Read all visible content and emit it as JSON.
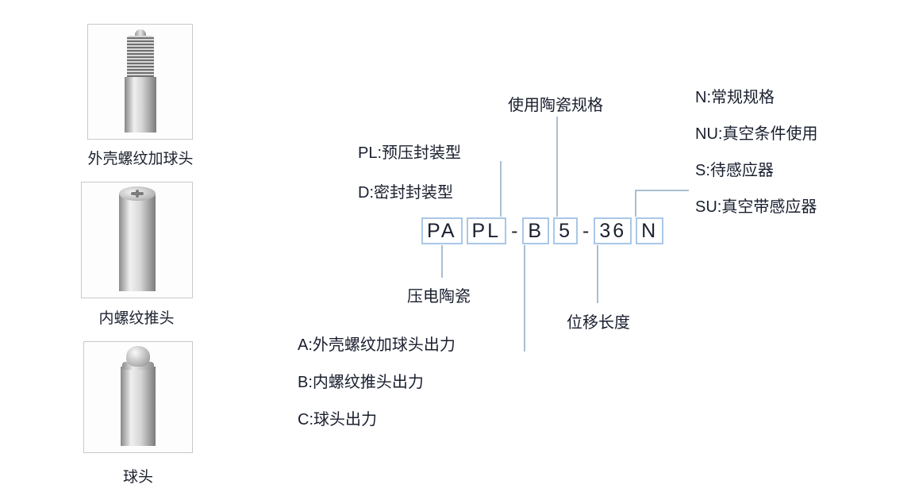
{
  "products": [
    {
      "label": "外壳螺纹加球头"
    },
    {
      "label": "内螺纹推头"
    },
    {
      "label": "球头"
    }
  ],
  "code": {
    "segments": [
      "PA",
      "PL",
      "B",
      "5",
      "36",
      "N"
    ],
    "dash": "-"
  },
  "callouts": {
    "ceramic_spec": "使用陶瓷规格",
    "right_options": [
      "N:常规规格",
      "NU:真空条件使用",
      "S:待感应器",
      "SU:真空带感应器"
    ],
    "package_options": [
      "PL:预压封装型",
      "D:密封封装型"
    ],
    "piezo": "压电陶瓷",
    "displacement": "位移长度",
    "output_options": [
      "A:外壳螺纹加球头出力",
      "B:内螺纹推头出力",
      "C:球头出力"
    ]
  },
  "colors": {
    "segment_border": "#a9c7e8",
    "text": "#1a1f2e",
    "line": "#8fa8c2"
  }
}
